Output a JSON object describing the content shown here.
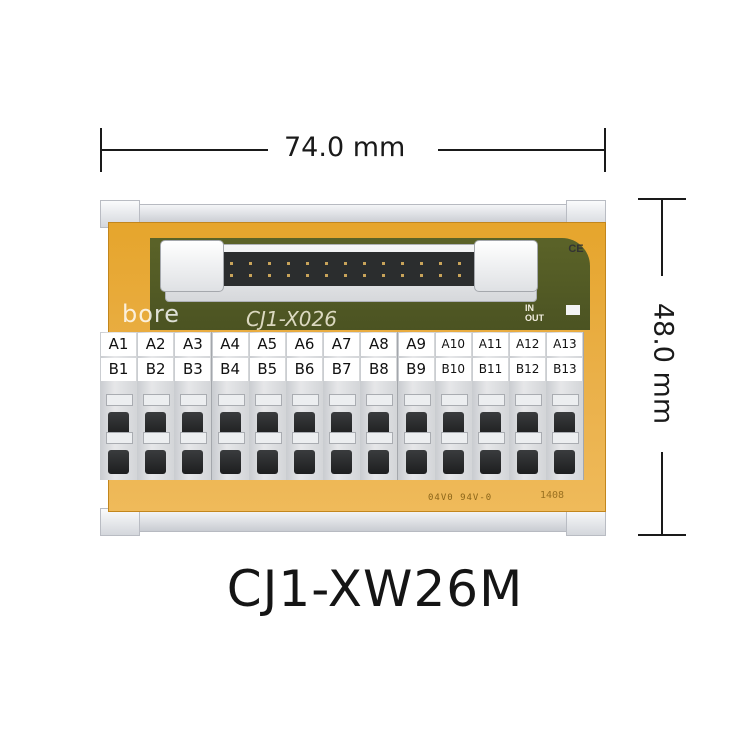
{
  "dimensions": {
    "width_label": "74.0 mm",
    "height_label": "48.0 mm"
  },
  "product": {
    "model": "CJ1-XW26M",
    "brand_print": "bore",
    "board_model_print": "CJ1-X026",
    "ce_mark": "CE",
    "io_mark_in": "IN",
    "io_mark_out": "OUT",
    "ul_mark": "04V0 94V-0",
    "date_code": "1408"
  },
  "terminals": {
    "row_a": [
      "A1",
      "A2",
      "A3",
      "A4",
      "A5",
      "A6",
      "A7",
      "A8",
      "A9",
      "A10",
      "A11",
      "A12",
      "A13"
    ],
    "row_b": [
      "B1",
      "B2",
      "B3",
      "B4",
      "B5",
      "B6",
      "B7",
      "B8",
      "B9",
      "B10",
      "B11",
      "B12",
      "B13"
    ]
  },
  "colors": {
    "pcb": "#e8a93a",
    "rail": "#d8dade",
    "terminal_block": "#d9dbde",
    "text": "#151515"
  }
}
